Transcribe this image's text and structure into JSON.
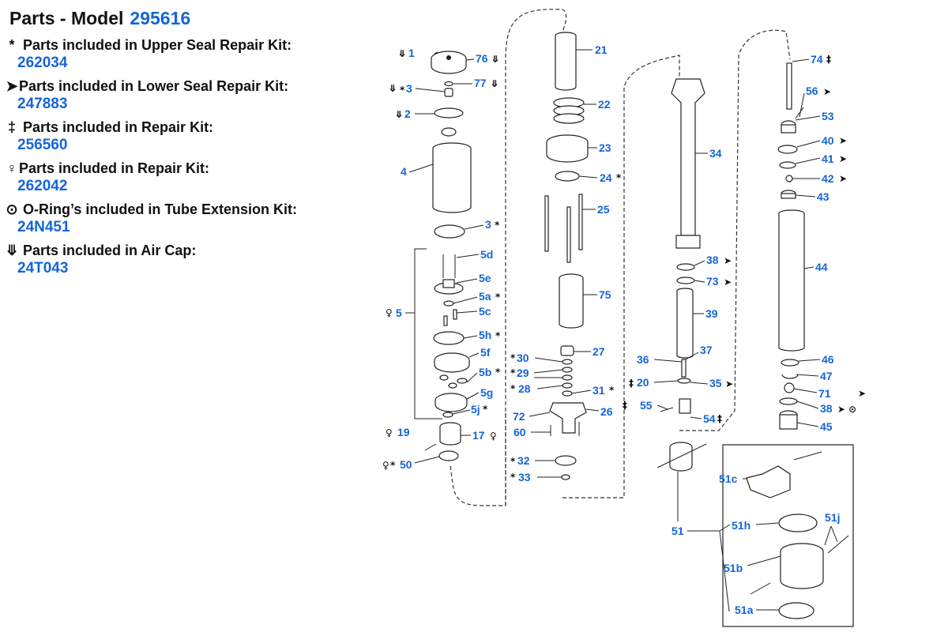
{
  "header": {
    "title": "Parts - Model",
    "model": "295616"
  },
  "kits": [
    {
      "symbol": "*",
      "desc": "Parts included in Upper Seal Repair Kit:",
      "number": "262034"
    },
    {
      "symbol": "➤",
      "desc": "Parts included in Lower Seal Repair Kit:",
      "number": "247883"
    },
    {
      "symbol": "‡",
      "desc": "Parts included in Repair Kit:",
      "number": "256560"
    },
    {
      "symbol": "♀",
      "desc": "Parts included in Repair Kit:",
      "number": "262042"
    },
    {
      "symbol": "⊙",
      "desc": "O-Ring’s included in Tube Extension Kit:",
      "number": "24N451"
    },
    {
      "symbol": "⤋",
      "desc": "Parts included in Air Cap:",
      "number": "24T043"
    }
  ],
  "callouts": [
    "1",
    "76",
    "77",
    "3",
    "2",
    "4",
    "3",
    "5d",
    "5e",
    "5a",
    "5c",
    "5",
    "5h",
    "5f",
    "5b",
    "5g",
    "5j",
    "19",
    "17",
    "50",
    "21",
    "22",
    "23",
    "24",
    "25",
    "75",
    "27",
    "30",
    "29",
    "28",
    "31",
    "72",
    "26",
    "60",
    "32",
    "33",
    "34",
    "38",
    "73",
    "39",
    "36",
    "37",
    "20",
    "35",
    "55",
    "54",
    "51c",
    "51",
    "51h",
    "51j",
    "51b",
    "51a",
    "74",
    "56",
    "53",
    "40",
    "41",
    "42",
    "43",
    "44",
    "46",
    "47",
    "71",
    "38",
    "45"
  ]
}
